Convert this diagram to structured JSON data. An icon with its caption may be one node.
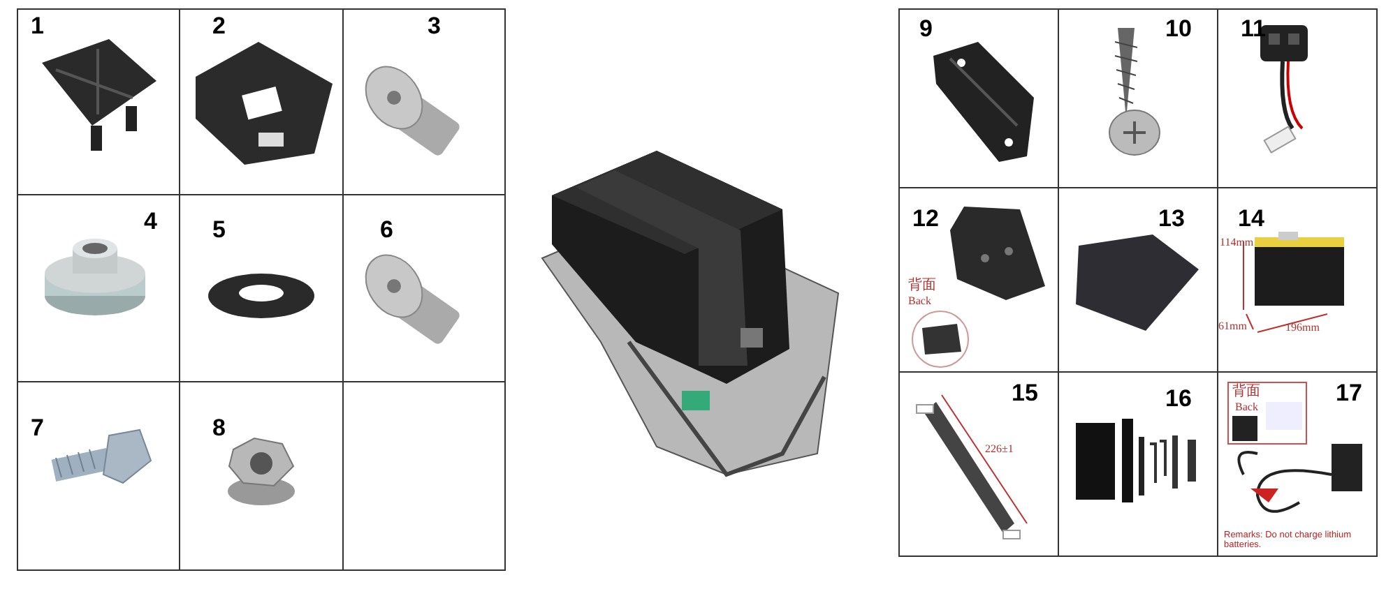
{
  "diagram": {
    "labels": [
      "1",
      "2",
      "3",
      "4",
      "5",
      "6",
      "7",
      "8",
      "9",
      "10",
      "11",
      "12",
      "13",
      "14",
      "15",
      "16",
      "17",
      "背面",
      "Back",
      "114mm",
      "61mm",
      "196mm",
      "226±1",
      "背面",
      "Back",
      "Remarks: Do not charge lithium batteries."
    ]
  }
}
